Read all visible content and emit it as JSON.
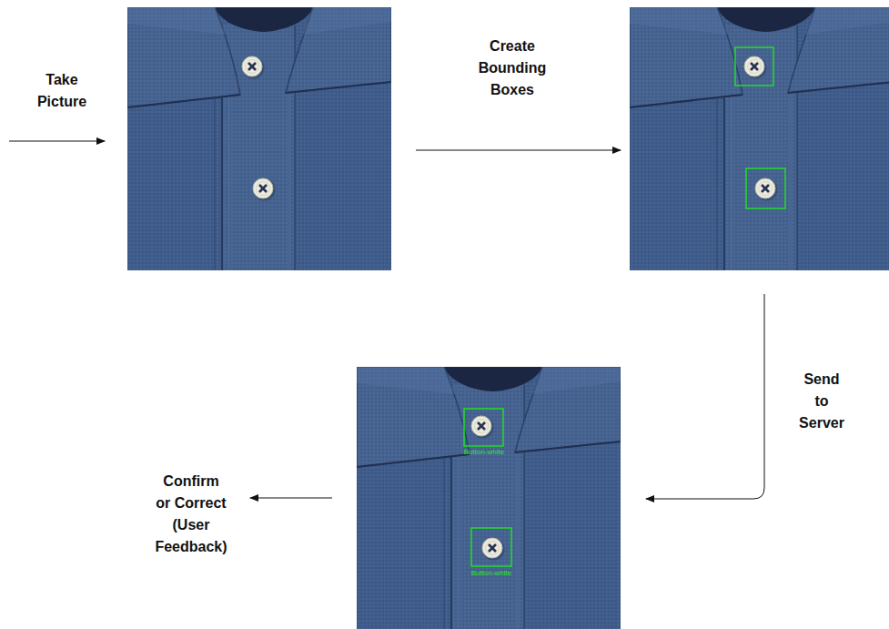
{
  "diagram": {
    "labels": [
      "Take Picture",
      "Create Bounding Boxes",
      "Send to Server",
      "Button-white",
      "Button-white",
      "Confirm or Correct (User Feedback)"
    ]
  }
}
